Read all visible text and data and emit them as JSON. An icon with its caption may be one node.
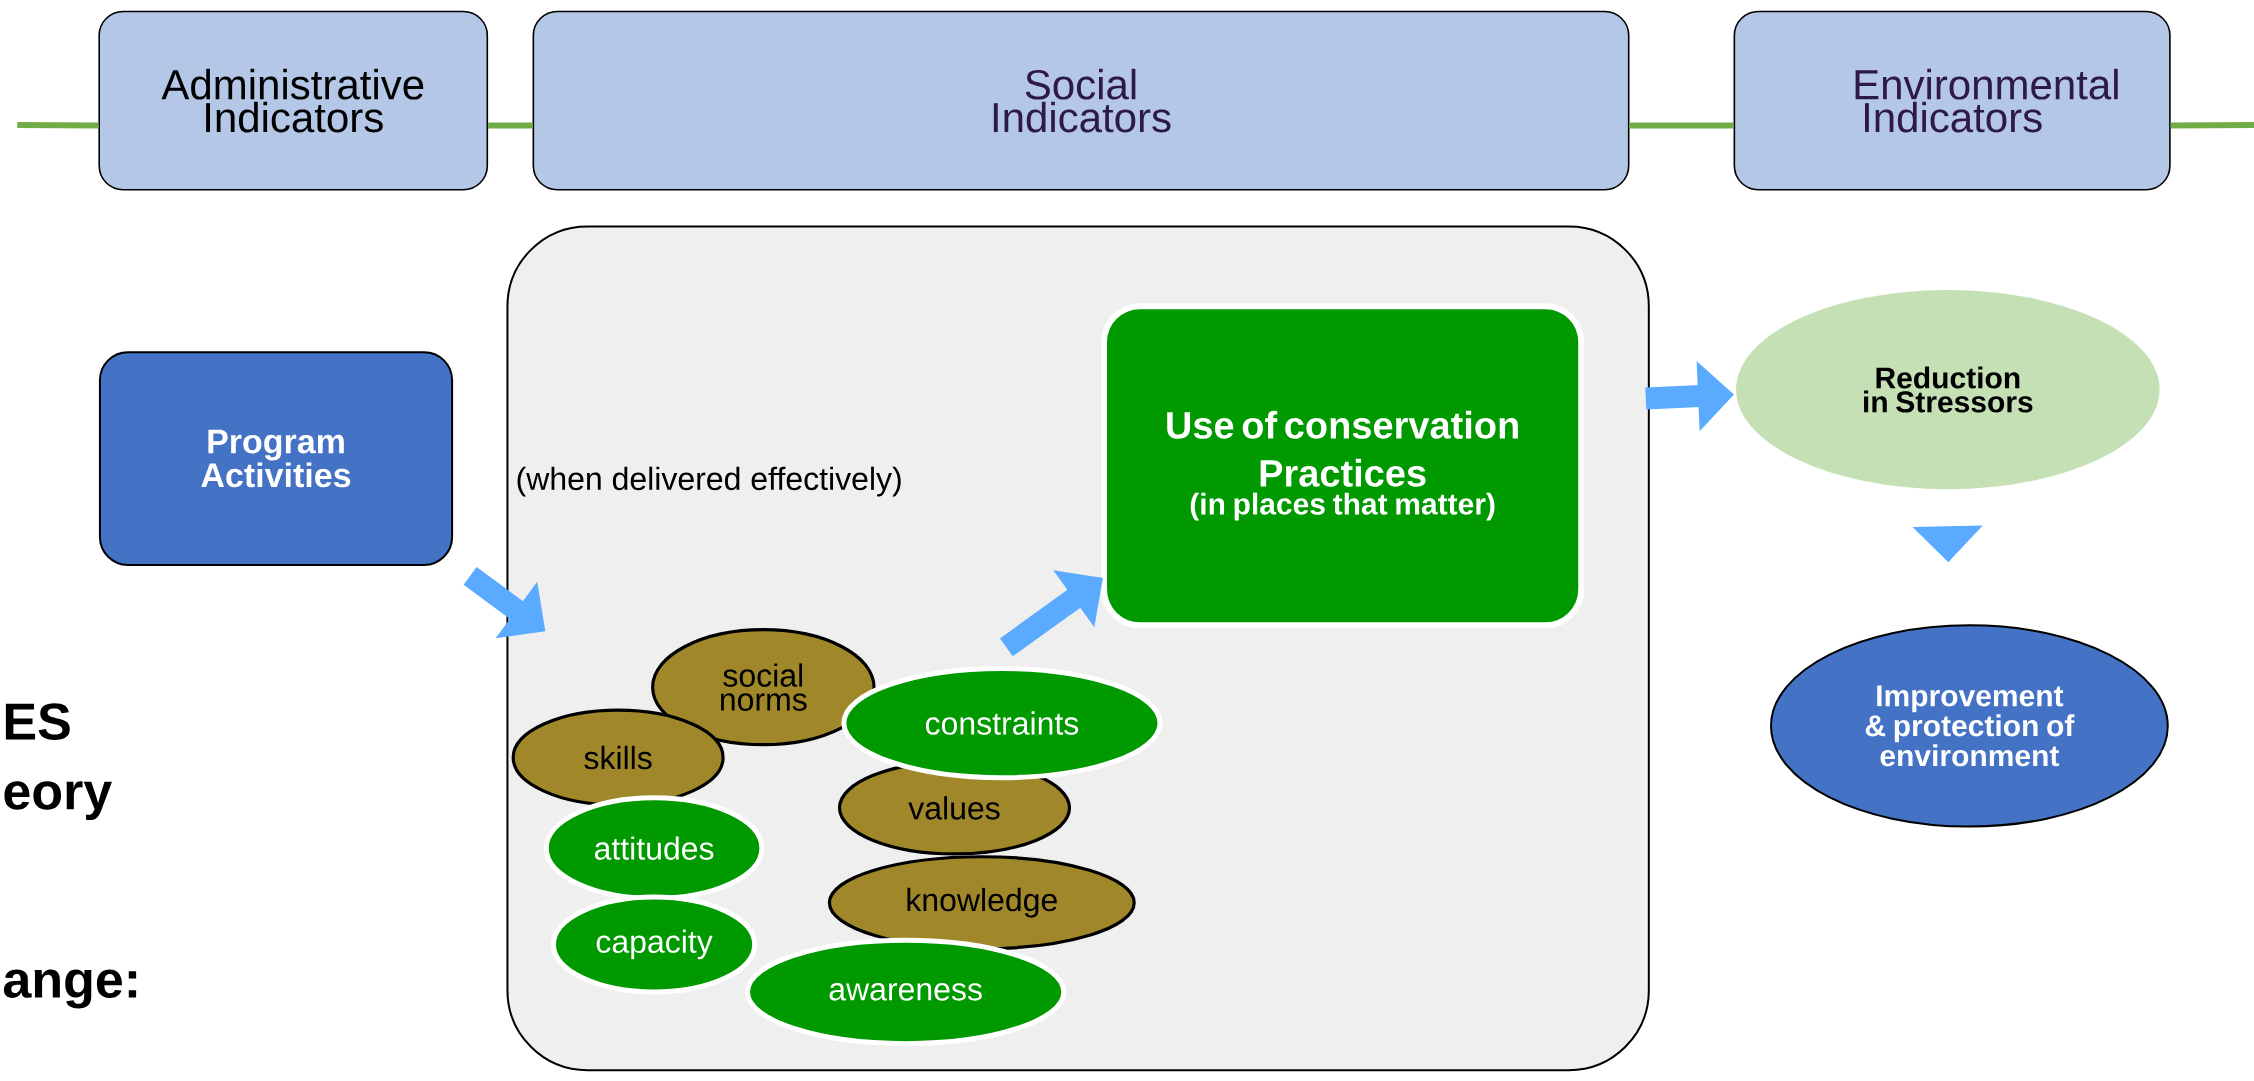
{
  "diagram": {
    "nodes": [
      {
        "text": [
          "Administrative Indicators"
        ]
      },
      {
        "text": [
          "Social Indicators"
        ]
      },
      {
        "text": [
          "Environmental Indicators"
        ]
      },
      {
        "text": [
          "Program Activities"
        ]
      },
      {
        "text": [],
        "shape": "box"
      },
      {
        "text": [
          "Use of conservation Practices",
          "(in places that matter)"
        ],
        "in": 4
      },
      {
        "text": [
          "social norms"
        ],
        "in": 4
      },
      {
        "text": [
          "skills"
        ],
        "in": 4
      },
      {
        "text": [
          "constraints"
        ],
        "in": 4
      },
      {
        "text": [
          "values"
        ],
        "in": 4
      },
      {
        "text": [
          "attitudes"
        ],
        "in": 4
      },
      {
        "text": [
          "knowledge"
        ],
        "in": 4
      },
      {
        "text": [
          "capacity"
        ],
        "in": 4
      },
      {
        "text": [
          "awareness"
        ],
        "in": 4
      },
      {
        "text": [
          "Reduction in Stressors"
        ]
      },
      {
        "text": [
          "Improvement & protection of environment"
        ]
      }
    ],
    "edges": [
      {
        "from": null,
        "to": 0,
        "arrow": "none",
        "color": "#70ad47"
      },
      {
        "from": 0,
        "to": 1,
        "arrow": "none",
        "color": "#70ad47"
      },
      {
        "from": 1,
        "to": 2,
        "arrow": "none",
        "color": "#70ad47"
      },
      {
        "from": 2,
        "to": null,
        "arrow": "none",
        "color": "#70ad47"
      },
      {
        "from": 3,
        "to": 4,
        "arrow": "to",
        "style": "thick",
        "color": "#5aabff"
      },
      {
        "from": 8,
        "to": 5,
        "arrow": "to",
        "style": "thick",
        "color": "#5aabff"
      },
      {
        "from": 4,
        "to": 14,
        "arrow": "to",
        "style": "thick",
        "color": "#5aabff"
      },
      {
        "from": 14,
        "to": 15,
        "arrow": "to",
        "style": "thick",
        "color": "#5aabff"
      }
    ],
    "labels": [
      "(when delivered effectively)",
      "ES",
      "eory",
      "ange:"
    ]
  }
}
